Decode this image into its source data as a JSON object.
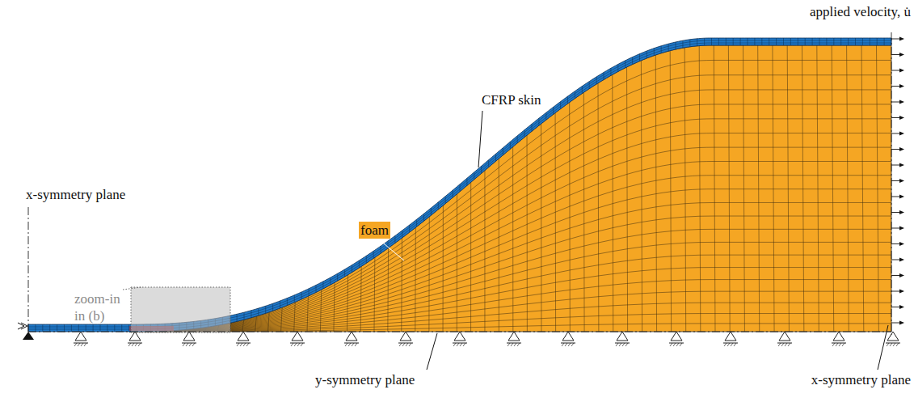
{
  "diagram": {
    "labels": [
      "applied velocity, u̇",
      "x-symmetry plane",
      "CFRP skin",
      "foam",
      "zoom-in in (b)",
      "y-symmetry plane",
      "x-symmetry plane"
    ]
  }
}
